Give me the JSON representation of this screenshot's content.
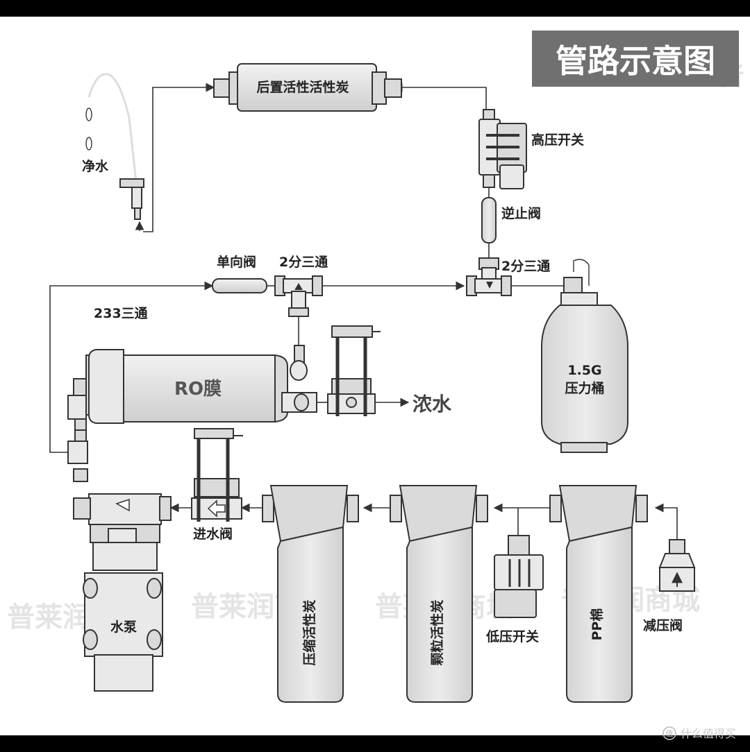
{
  "title": "管路示意图",
  "watermark": "普莱润商城",
  "watermark_corner": "普",
  "footer_brand": "什么值得买",
  "footer_icon": "zhi-logo-icon",
  "labels": {
    "faucet": "净水",
    "post_carbon": "后置活性活性炭",
    "high_switch": "高压开关",
    "check_valve": "逆止阀",
    "one_way_valve": "单向阀",
    "tee_left": "2分三通",
    "tee_right": "2分三通",
    "tee_233": "233三通",
    "ro_membrane": "RO膜",
    "waste_water": "浓水",
    "tank_size": "1.5G",
    "tank_name": "压力桶",
    "inlet_valve": "进水阀",
    "pump": "水泵",
    "compressed_carbon": "压缩活性炭",
    "granular_carbon": "颗粒活性炭",
    "low_switch": "低压开关",
    "pp_cotton": "PP棉",
    "reducing_valve": "减压阀"
  }
}
